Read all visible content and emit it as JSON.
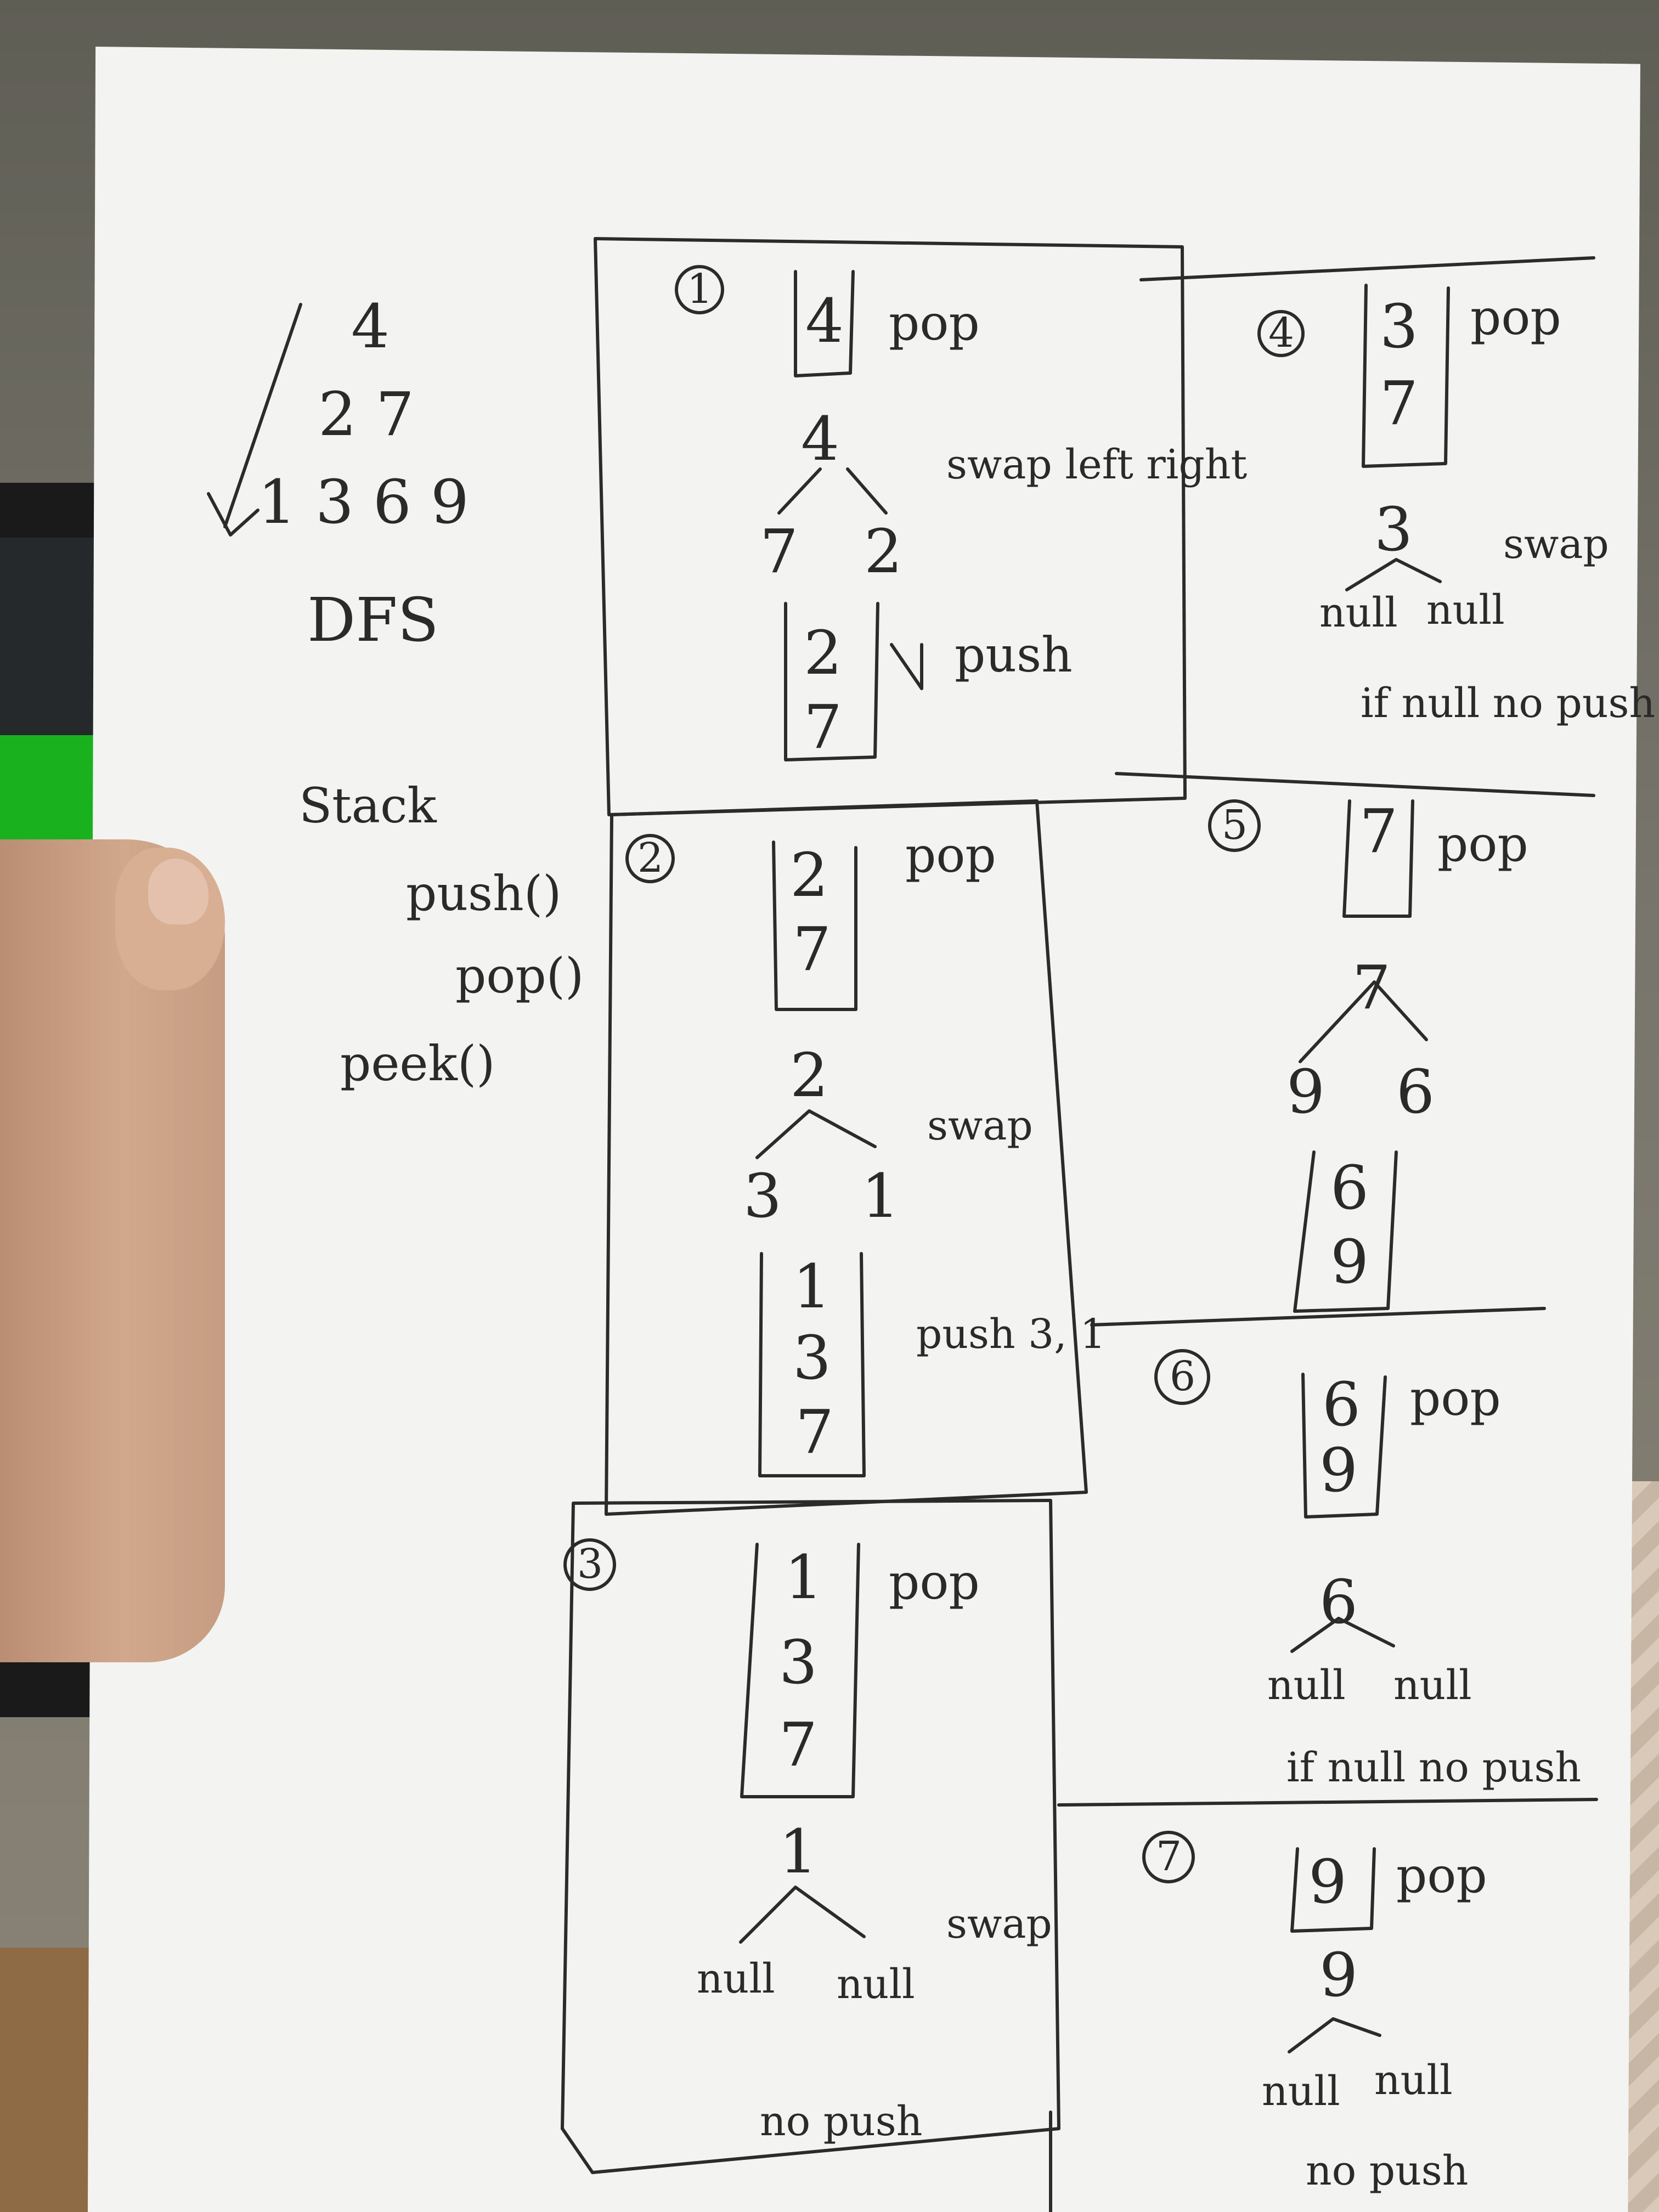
{
  "notes": {
    "tree_levels": [
      "4",
      "2 7",
      "1 3 6 9"
    ],
    "algo": "DFS",
    "stack_title": "Stack",
    "stack_ops": [
      "push()",
      "pop()",
      "peek()"
    ]
  },
  "steps": [
    {
      "num": "1",
      "stack_before": [
        "4"
      ],
      "op1": "pop",
      "node": "4",
      "children": [
        "7",
        "2"
      ],
      "note": "swap left right",
      "stack_after": [
        "2",
        "7"
      ],
      "op2": "push"
    },
    {
      "num": "2",
      "stack_before": [
        "2",
        "7"
      ],
      "op1": "pop",
      "node": "2",
      "children": [
        "3",
        "1"
      ],
      "note": "swap",
      "stack_after": [
        "1",
        "3",
        "7"
      ],
      "op2": "push 3, 1"
    },
    {
      "num": "3",
      "stack_before": [
        "1",
        "3",
        "7"
      ],
      "op1": "pop",
      "node": "1",
      "children": [
        "null",
        "null"
      ],
      "note": "swap",
      "op2": "no push"
    },
    {
      "num": "4",
      "stack_before": [
        "3",
        "7"
      ],
      "op1": "pop",
      "node": "3",
      "children": [
        "null",
        "null"
      ],
      "note": "swap",
      "op2": "if null no push"
    },
    {
      "num": "5",
      "stack_before": [
        "7"
      ],
      "op1": "pop",
      "node": "7",
      "children": [
        "9",
        "6"
      ],
      "stack_after": [
        "6",
        "9"
      ]
    },
    {
      "num": "6",
      "stack_before": [
        "6",
        "9"
      ],
      "op1": "pop",
      "node": "6",
      "children": [
        "null",
        "null"
      ],
      "op2": "if null no push"
    },
    {
      "num": "7",
      "stack_before": [
        "9"
      ],
      "op1": "pop",
      "node": "9",
      "children": [
        "null",
        "null"
      ],
      "op2": "no push"
    }
  ]
}
